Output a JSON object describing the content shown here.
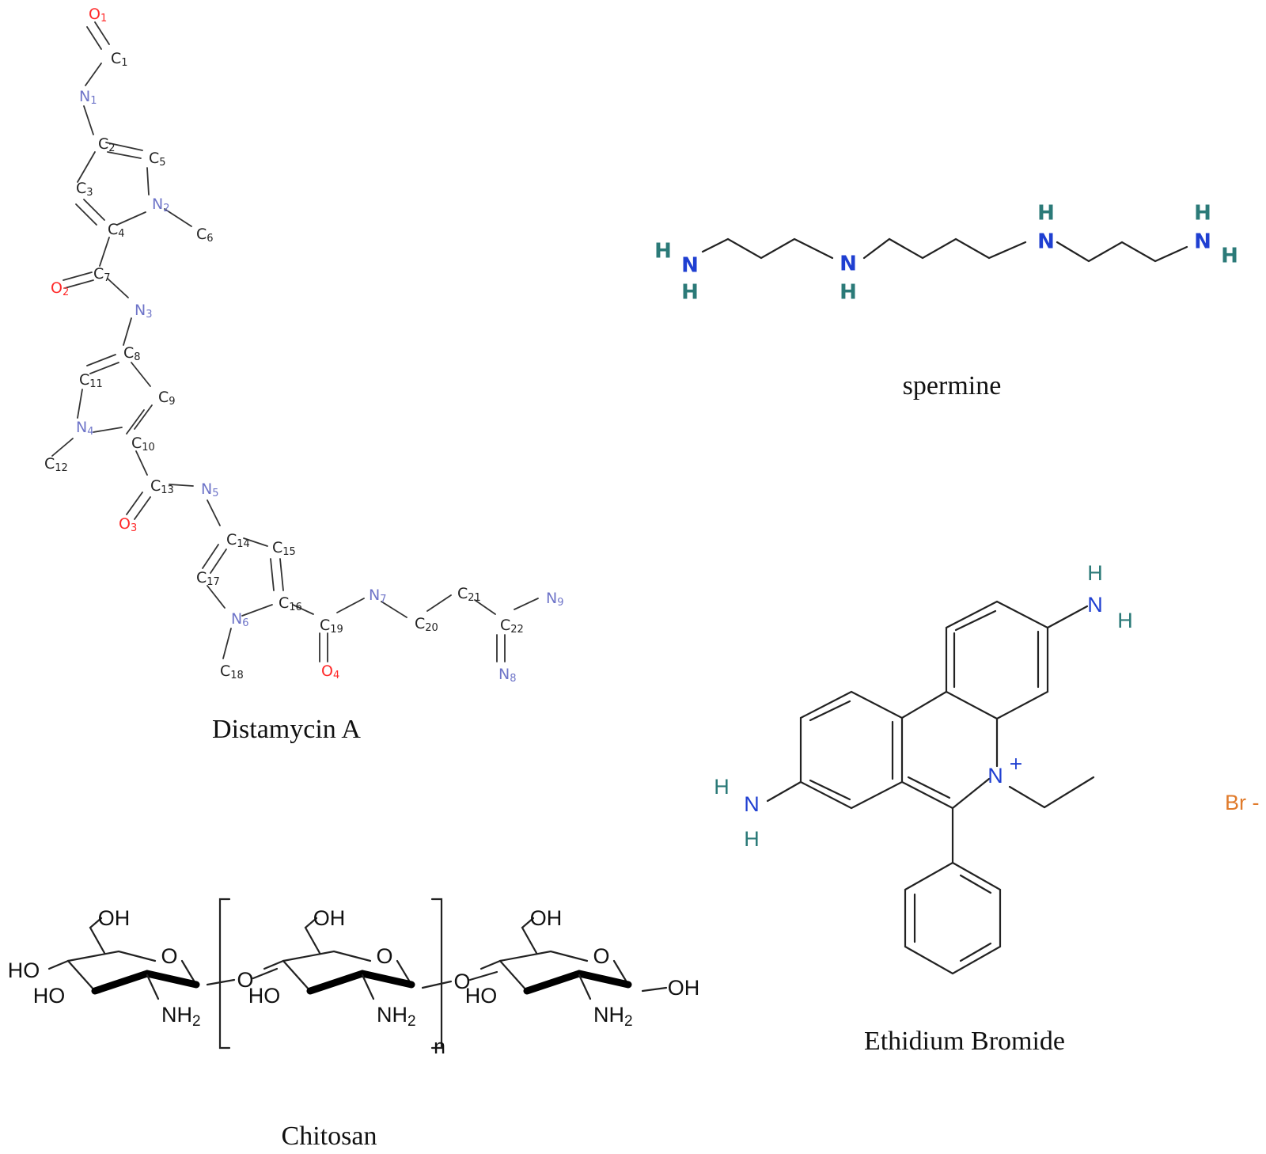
{
  "captions": {
    "distamycin": "Distamycin A",
    "spermine": "spermine",
    "ethidium": "Ethidium Bromide",
    "chitosan": "Chitosan"
  },
  "colors": {
    "carbon": "#222222",
    "nitrogen_light": "#6e74c8",
    "oxygen": "#ff2a2a",
    "nitrogen_dark": "#1f3fd1",
    "hydrogen_teal": "#2b7a78",
    "bromide": "#e07a2a"
  },
  "distamycin_atoms": [
    {
      "el": "O",
      "n": "1",
      "kind": "O"
    },
    {
      "el": "C",
      "n": "1",
      "kind": "C"
    },
    {
      "el": "N",
      "n": "1",
      "kind": "N"
    },
    {
      "el": "C",
      "n": "2",
      "kind": "C"
    },
    {
      "el": "C",
      "n": "5",
      "kind": "C"
    },
    {
      "el": "C",
      "n": "3",
      "kind": "C"
    },
    {
      "el": "N",
      "n": "2",
      "kind": "N"
    },
    {
      "el": "C",
      "n": "4",
      "kind": "C"
    },
    {
      "el": "C",
      "n": "6",
      "kind": "C"
    },
    {
      "el": "O",
      "n": "2",
      "kind": "O"
    },
    {
      "el": "C",
      "n": "7",
      "kind": "C"
    },
    {
      "el": "N",
      "n": "3",
      "kind": "N"
    },
    {
      "el": "C",
      "n": "8",
      "kind": "C"
    },
    {
      "el": "C",
      "n": "11",
      "kind": "C"
    },
    {
      "el": "C",
      "n": "9",
      "kind": "C"
    },
    {
      "el": "N",
      "n": "4",
      "kind": "N"
    },
    {
      "el": "C",
      "n": "10",
      "kind": "C"
    },
    {
      "el": "C",
      "n": "12",
      "kind": "C"
    },
    {
      "el": "C",
      "n": "13",
      "kind": "C"
    },
    {
      "el": "N",
      "n": "5",
      "kind": "N"
    },
    {
      "el": "O",
      "n": "3",
      "kind": "O"
    },
    {
      "el": "C",
      "n": "14",
      "kind": "C"
    },
    {
      "el": "C",
      "n": "15",
      "kind": "C"
    },
    {
      "el": "C",
      "n": "17",
      "kind": "C"
    },
    {
      "el": "C",
      "n": "16",
      "kind": "C"
    },
    {
      "el": "N",
      "n": "6",
      "kind": "N"
    },
    {
      "el": "C",
      "n": "19",
      "kind": "C"
    },
    {
      "el": "N",
      "n": "7",
      "kind": "N"
    },
    {
      "el": "C",
      "n": "20",
      "kind": "C"
    },
    {
      "el": "C",
      "n": "21",
      "kind": "C"
    },
    {
      "el": "C",
      "n": "22",
      "kind": "C"
    },
    {
      "el": "N",
      "n": "9",
      "kind": "N"
    },
    {
      "el": "C",
      "n": "18",
      "kind": "C"
    },
    {
      "el": "O",
      "n": "4",
      "kind": "O"
    },
    {
      "el": "N",
      "n": "8",
      "kind": "N"
    }
  ],
  "spermine_atoms": {
    "h": "H",
    "n": "N"
  },
  "ethidium_atoms": {
    "h": "H",
    "n": "N",
    "plus": "+",
    "bromide": "Br -"
  },
  "chitosan_atoms": {
    "oh": "OH",
    "ho": "HO",
    "o": "O",
    "nh": "NH",
    "two": "2",
    "n": "n"
  }
}
